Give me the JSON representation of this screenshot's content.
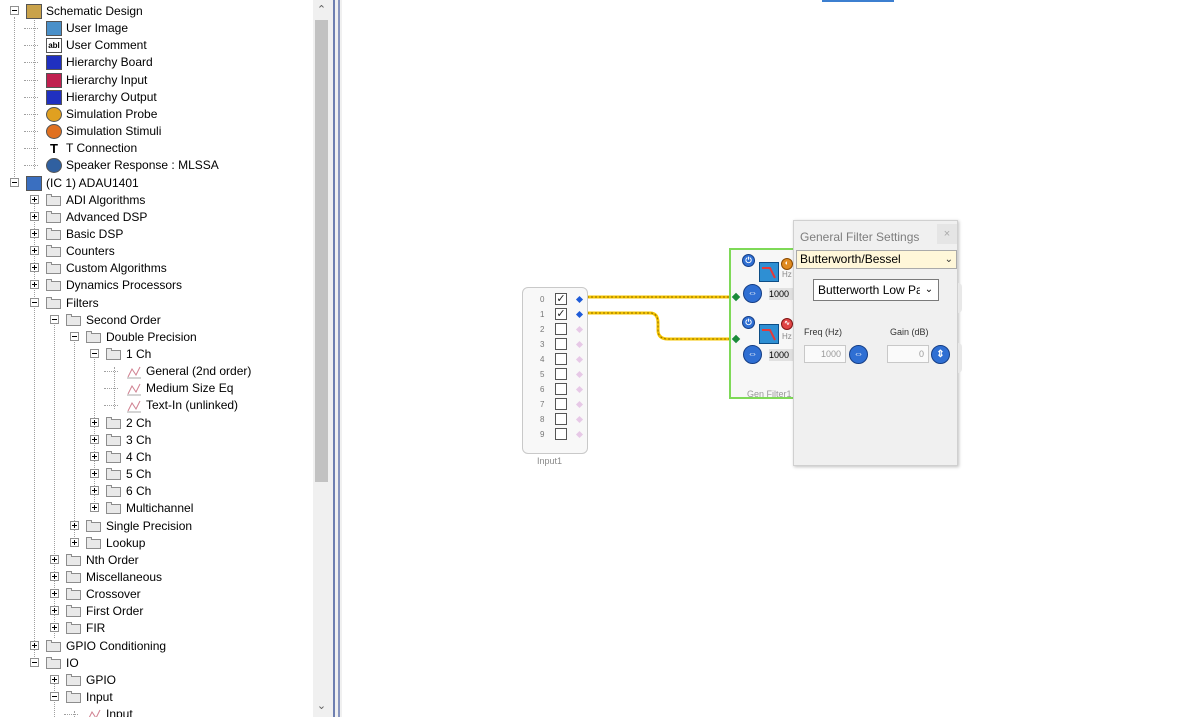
{
  "tree": {
    "rows": [
      {
        "label": "Schematic Design"
      },
      {
        "label": "User Image"
      },
      {
        "label": "User Comment"
      },
      {
        "label": "Hierarchy Board"
      },
      {
        "label": "Hierarchy Input"
      },
      {
        "label": "Hierarchy Output"
      },
      {
        "label": "Simulation Probe"
      },
      {
        "label": "Simulation Stimuli"
      },
      {
        "label": "T Connection"
      },
      {
        "label": "Speaker Response : MLSSA"
      },
      {
        "label": "(IC 1) ADAU1401"
      },
      {
        "label": "ADI Algorithms"
      },
      {
        "label": "Advanced DSP"
      },
      {
        "label": "Basic DSP"
      },
      {
        "label": "Counters"
      },
      {
        "label": "Custom Algorithms"
      },
      {
        "label": "Dynamics Processors"
      },
      {
        "label": "Filters"
      },
      {
        "label": "Second Order"
      },
      {
        "label": "Double Precision"
      },
      {
        "label": "1 Ch"
      },
      {
        "label": "General (2nd order)"
      },
      {
        "label": "Medium Size Eq"
      },
      {
        "label": "Text-In (unlinked)"
      },
      {
        "label": "2 Ch"
      },
      {
        "label": "3 Ch"
      },
      {
        "label": "4 Ch"
      },
      {
        "label": "5 Ch"
      },
      {
        "label": "6 Ch"
      },
      {
        "label": "Multichannel"
      },
      {
        "label": "Single Precision"
      },
      {
        "label": "Lookup"
      },
      {
        "label": "Nth Order"
      },
      {
        "label": "Miscellaneous"
      },
      {
        "label": "Crossover"
      },
      {
        "label": "First Order"
      },
      {
        "label": "FIR"
      },
      {
        "label": "GPIO Conditioning"
      },
      {
        "label": "IO"
      },
      {
        "label": "GPIO"
      },
      {
        "label": "Input"
      },
      {
        "label": "Input"
      }
    ]
  },
  "scrollbar": {
    "up_glyph": "⌃",
    "down_glyph": "⌄"
  },
  "canvas": {
    "input_block": {
      "label": "Input1",
      "channels": [
        "0",
        "1",
        "2",
        "3",
        "4",
        "5",
        "6",
        "7",
        "8",
        "9"
      ],
      "checked": [
        true,
        true,
        false,
        false,
        false,
        false,
        false,
        false,
        false,
        false
      ]
    },
    "gen_filter": {
      "label": "Gen Filter1",
      "hz_label": "Hz",
      "freq_value_1": "1000",
      "freq_value_2": "1000"
    },
    "wire_color": "#f5c400"
  },
  "popup": {
    "title": "General Filter Settings",
    "close_glyph": "×",
    "filter_family": "Butterworth/Bessel",
    "filter_type": "Butterworth Low Pass",
    "freq_label": "Freq (Hz)",
    "freq_value": "1000",
    "gain_label": "Gain (dB)",
    "gain_value": "0",
    "dropdown_glyph": "⌄"
  }
}
